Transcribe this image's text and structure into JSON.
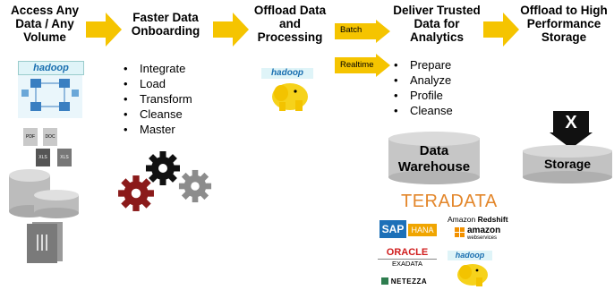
{
  "stages": [
    {
      "title_lines": [
        "Access Any",
        "Data / Any",
        "Volume"
      ]
    },
    {
      "title_lines": [
        "Faster Data",
        "Onboarding"
      ]
    },
    {
      "title_lines": [
        "Offload Data",
        "and",
        "Processing"
      ]
    },
    {
      "title_lines": [
        "Deliver Trusted",
        "Data for",
        "Analytics"
      ]
    },
    {
      "title_lines": [
        "Offload to High",
        "Performance",
        "Storage"
      ]
    }
  ],
  "onboarding_steps": [
    "Integrate",
    "Load",
    "Transform",
    "Cleanse",
    "Master"
  ],
  "analytics_steps": [
    "Prepare",
    "Analyze",
    "Profile",
    "Cleanse"
  ],
  "paths": {
    "batch": "Batch",
    "realtime": "Realtime"
  },
  "warehouse": {
    "lines": [
      "Data",
      "Warehouse"
    ]
  },
  "storage": {
    "label": "Storage"
  },
  "file_icons": [
    "PDF",
    "DOC",
    "XLS",
    "XLS"
  ],
  "brands": {
    "hadoop": "hadoop",
    "teradata": "TERADATA",
    "sap": "SAP",
    "hana": "HANA",
    "amazon_redshift_prefix": "Amazon",
    "amazon_redshift_name": "Redshift",
    "amazon_ws": "amazon",
    "amazon_ws_sub": "webservices",
    "oracle": "ORACLE",
    "exadata": "EXADATA",
    "netezza": "NETEZZA"
  },
  "colors": {
    "arrow": "#f5c400",
    "gear_black": "#111111",
    "gear_red": "#8b1a1a",
    "gear_gray": "#8c8c8c",
    "cylinder": "#c6c6c6"
  }
}
